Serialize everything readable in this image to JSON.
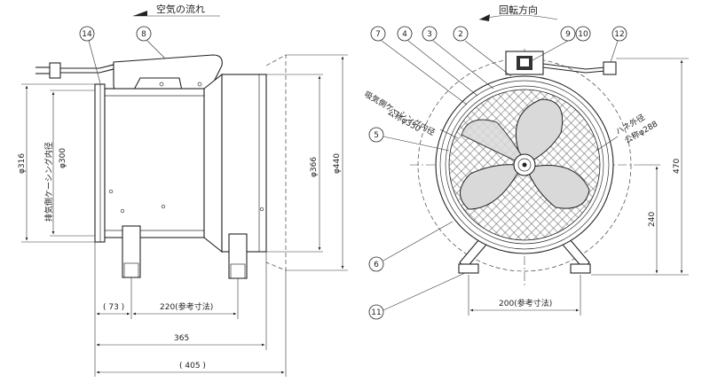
{
  "side_view": {
    "flow_label": "空気の流れ",
    "dims": {
      "d_exhaust_outer": "φ316",
      "d_exhaust_inner": "φ300",
      "exhaust_label": "排気側ケーシング内径",
      "d_intake_366": "φ366",
      "d_intake_440": "φ440",
      "leg_offset": "( 73 )",
      "leg_span": "220(参考寸法)",
      "body_length": "365",
      "total_length": "( 405 )"
    },
    "callouts": [
      "14",
      "8"
    ]
  },
  "front_view": {
    "rotation_label": "回転方向",
    "intake_label": "吸気側ケーシング内径",
    "intake_value": "公称φ350",
    "blade_label": "ハネ外径",
    "blade_value": "公称φ288",
    "dims": {
      "height_total": "470",
      "center_height": "240",
      "foot_span": "200(参考寸法)"
    },
    "callouts": [
      "7",
      "4",
      "3",
      "2",
      "9",
      "10",
      "12",
      "5",
      "6",
      "11"
    ]
  }
}
